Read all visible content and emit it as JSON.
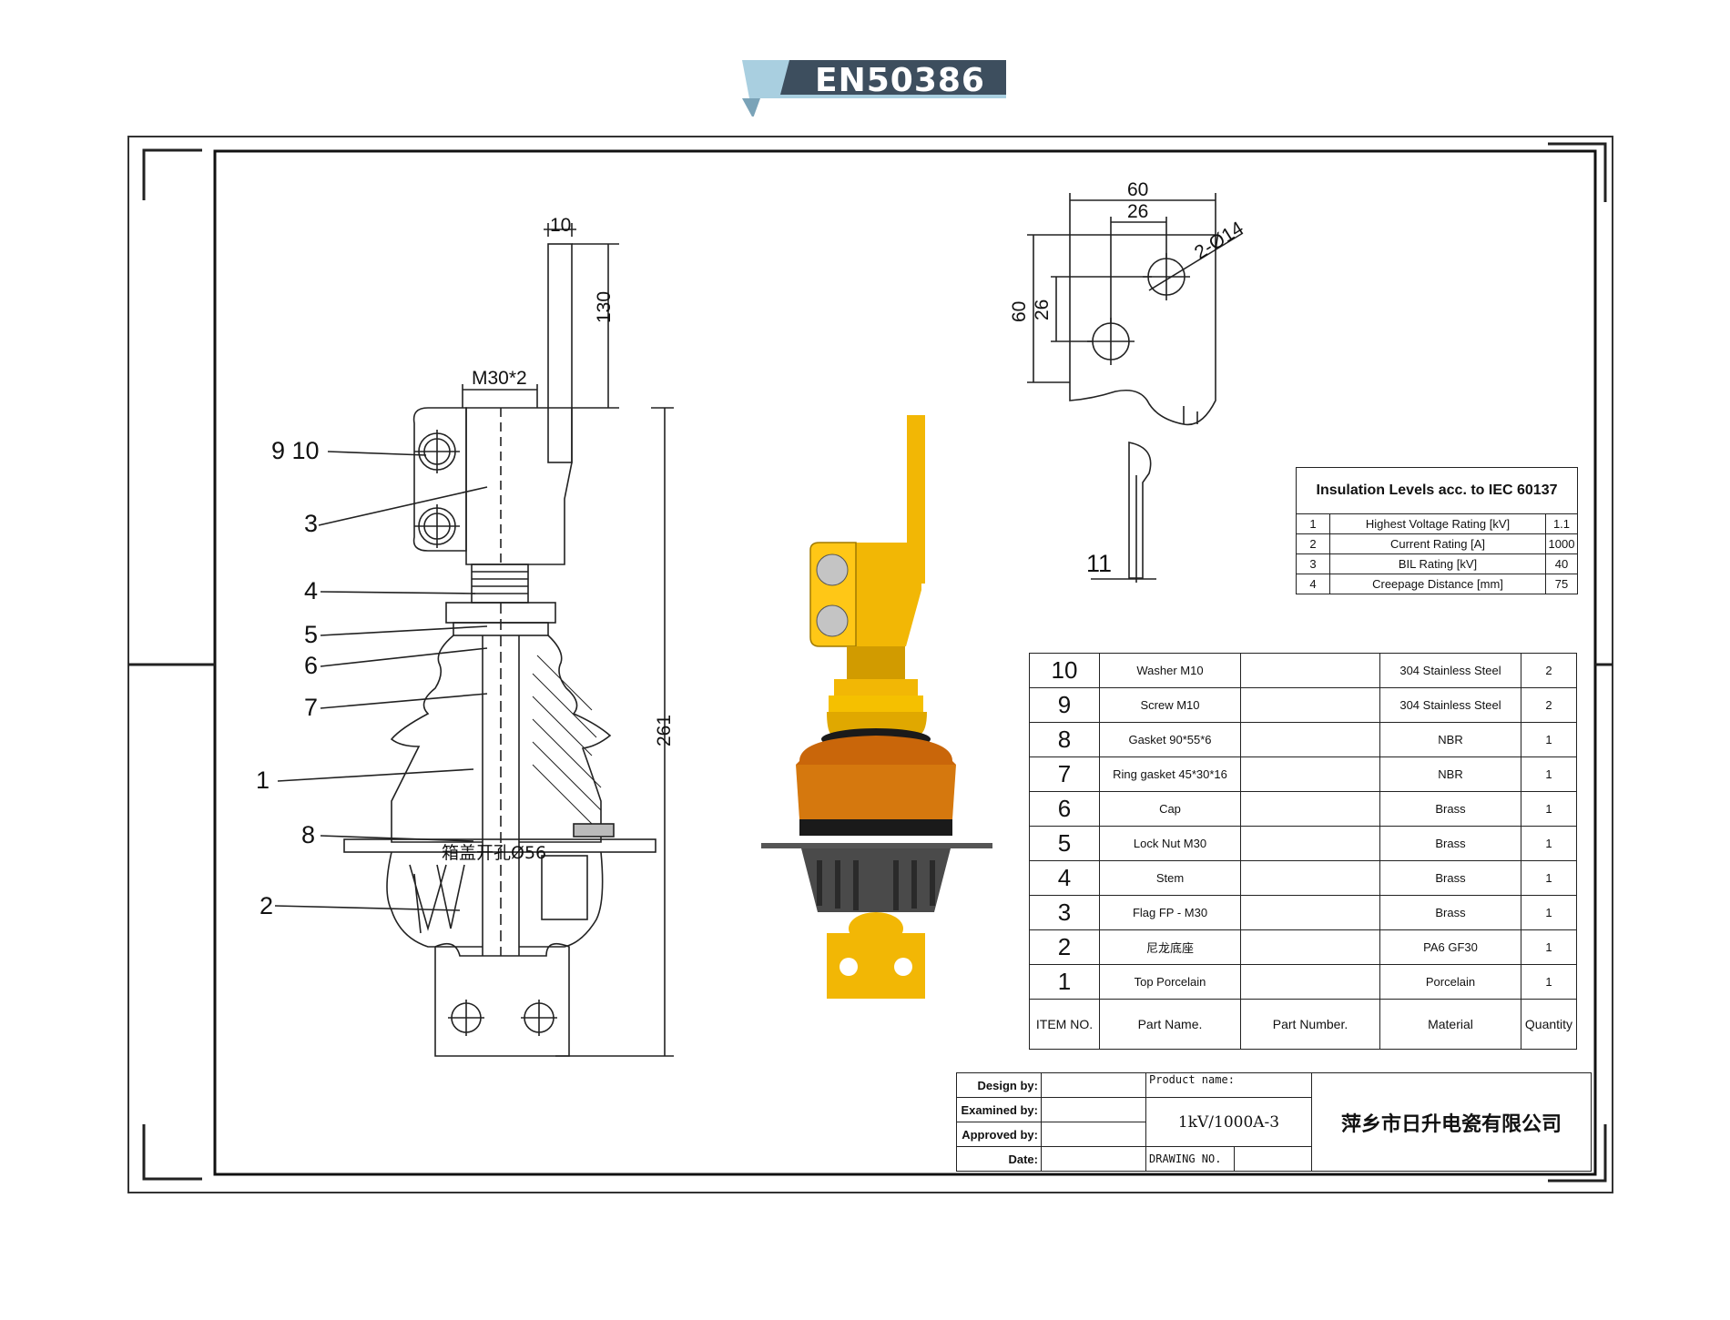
{
  "badge": {
    "text": "EN50386"
  },
  "drawing": {
    "dims": {
      "top_width": "10",
      "height_130": "130",
      "thread": "M30*2",
      "total_height": "261",
      "cut_hole": "箱盖开孔Ø56",
      "plate_w": "60",
      "hole_spacing_w": "26",
      "plate_h": "60",
      "hole_spacing_h": "26",
      "holes": "2-Ø14"
    },
    "callouts": [
      "9 10",
      "3",
      "4",
      "5",
      "6",
      "7",
      "1",
      "8",
      "2",
      "11"
    ]
  },
  "insulation": {
    "title": "Insulation Levels acc. to IEC 60137",
    "rows": [
      {
        "n": "1",
        "label": "Highest Voltage Rating [kV]",
        "value": "1.1"
      },
      {
        "n": "2",
        "label": "Current Rating [A]",
        "value": "1000"
      },
      {
        "n": "3",
        "label": "BIL Rating [kV]",
        "value": "40"
      },
      {
        "n": "4",
        "label": "Creepage Distance [mm]",
        "value": "75"
      }
    ]
  },
  "parts": {
    "rows": [
      {
        "no": "10",
        "name": "Washer M10",
        "part_number": "",
        "material": "304 Stainless Steel",
        "qty": "2"
      },
      {
        "no": "9",
        "name": "Screw M10",
        "part_number": "",
        "material": "304 Stainless Steel",
        "qty": "2"
      },
      {
        "no": "8",
        "name": "Gasket 90*55*6",
        "part_number": "",
        "material": "NBR",
        "qty": "1"
      },
      {
        "no": "7",
        "name": "Ring gasket 45*30*16",
        "part_number": "",
        "material": "NBR",
        "qty": "1"
      },
      {
        "no": "6",
        "name": "Cap",
        "part_number": "",
        "material": "Brass",
        "qty": "1"
      },
      {
        "no": "5",
        "name": "Lock Nut M30",
        "part_number": "",
        "material": "Brass",
        "qty": "1"
      },
      {
        "no": "4",
        "name": "Stem",
        "part_number": "",
        "material": "Brass",
        "qty": "1"
      },
      {
        "no": "3",
        "name": "Flag FP - M30",
        "part_number": "",
        "material": "Brass",
        "qty": "1"
      },
      {
        "no": "2",
        "name": "尼龙底座",
        "part_number": "",
        "material": "PA6 GF30",
        "qty": "1"
      },
      {
        "no": "1",
        "name": "Top Porcelain",
        "part_number": "",
        "material": "Porcelain",
        "qty": "1"
      }
    ],
    "header": {
      "no": "ITEM NO.",
      "name": "Part Name.",
      "part_number": "Part Number.",
      "material": "Material",
      "qty": "Quantity"
    }
  },
  "title_block": {
    "design_by": "Design by:",
    "examined_by": "Examined by:",
    "approved_by": "Approved by:",
    "date": "Date:",
    "product_name_label": "Product name:",
    "product_name": "1kV/1000A-3",
    "drawing_no_label": "DRAWING NO.",
    "company": "萍乡市日升电瓷有限公司"
  },
  "colors": {
    "badge": "#3d4e5e",
    "badge_accent": "#a9cfe0",
    "brass": "#f2b705",
    "porcelain": "#c9660a",
    "base": "#4a4a4a"
  }
}
